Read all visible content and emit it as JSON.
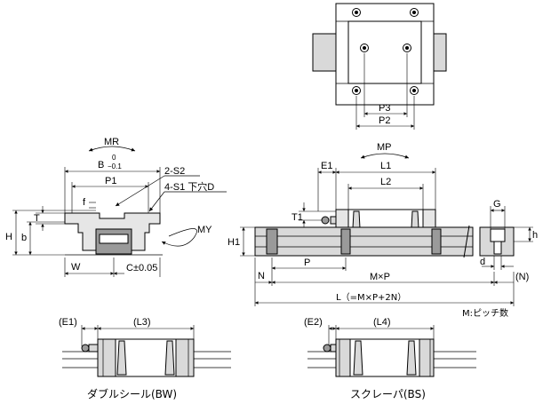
{
  "labels": {
    "P3": "P3",
    "P2": "P2",
    "MR": "MR",
    "B_dim": "B",
    "B_tol_upper": "0",
    "B_tol_lower": "−0.1",
    "S2": "2-S2",
    "S1": "4-S1 下穴D",
    "P1": "P1",
    "f": "f",
    "T": "T",
    "b": "b",
    "H": "H",
    "MY": "MY",
    "W": "W",
    "C": "C±0.05",
    "MP": "MP",
    "E1": "E1",
    "L1": "L1",
    "L2": "L2",
    "T1": "T1",
    "H1": "H1",
    "G": "G",
    "h": "h",
    "d": "d",
    "N_left": "N",
    "N_right": "(N)",
    "P": "P",
    "MxP": "M×P",
    "L_formula": "L（=M×P+2N）",
    "note": "M:ピッチ数",
    "E1_paren": "(E1)",
    "L3_paren": "(L3)",
    "E2_paren": "(E2)",
    "L4_paren": "(L4)"
  },
  "captions": {
    "double_seal": "ダブルシール(BW)",
    "scraper": "スクレーパ(BS)"
  }
}
